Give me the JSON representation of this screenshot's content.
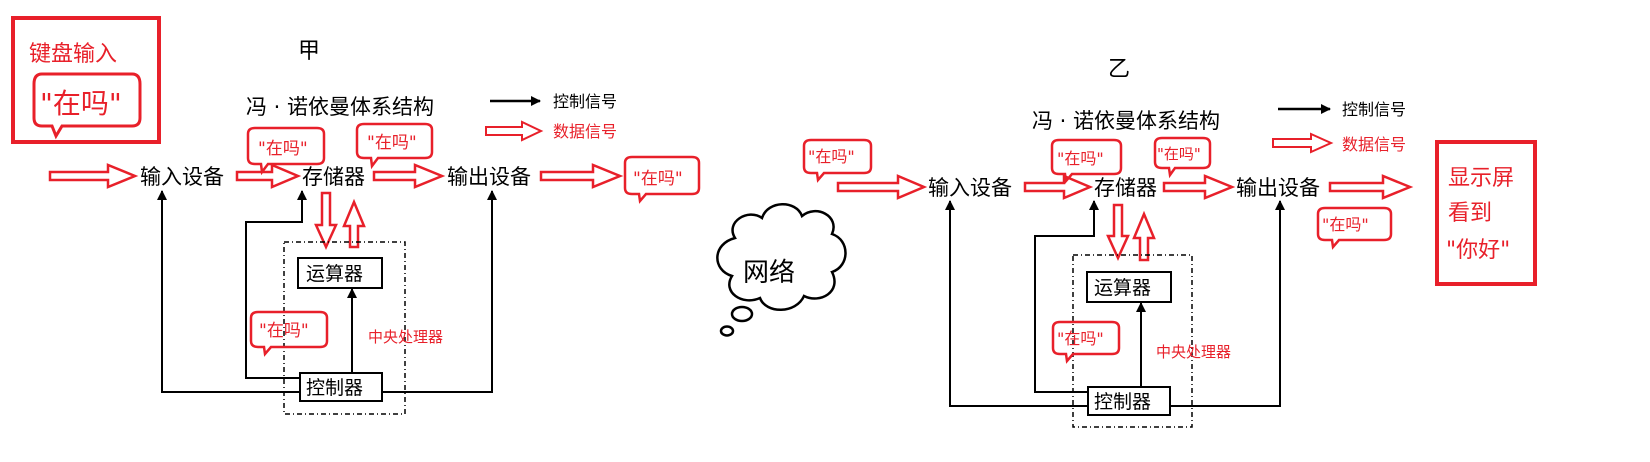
{
  "colors": {
    "red": "#e8202a",
    "black": "#000000"
  },
  "panel_a": {
    "label": "甲",
    "title": "冯 · 诺依曼体系结构",
    "legend": {
      "control": "控制信号",
      "data": "数据信号"
    },
    "input_device": "输入设备",
    "memory": "存储器",
    "output_device": "输出设备",
    "alu": "运算器",
    "controller": "控制器",
    "cpu": "中央处理器",
    "keyboard_box": {
      "title": "键盘输入",
      "bubble": "\"在吗\""
    },
    "bubbles": [
      "\"在吗\"",
      "\"在吗\"",
      "\"在吗\"",
      "\"在吗\""
    ]
  },
  "network": {
    "label": "网络"
  },
  "panel_b": {
    "label": "乙",
    "title": "冯 · 诺依曼体系结构",
    "legend": {
      "control": "控制信号",
      "data": "数据信号"
    },
    "input_device": "输入设备",
    "memory": "存储器",
    "output_device": "输出设备",
    "alu": "运算器",
    "controller": "控制器",
    "cpu": "中央处理器",
    "screen_box": {
      "line1": "显示屏",
      "line2": "看到",
      "line3": "\"你好\""
    },
    "bubbles": [
      "\"在吗\"",
      "\"在吗\"",
      "\"在吗\"",
      "\"在吗\"",
      "\"在吗\""
    ]
  }
}
